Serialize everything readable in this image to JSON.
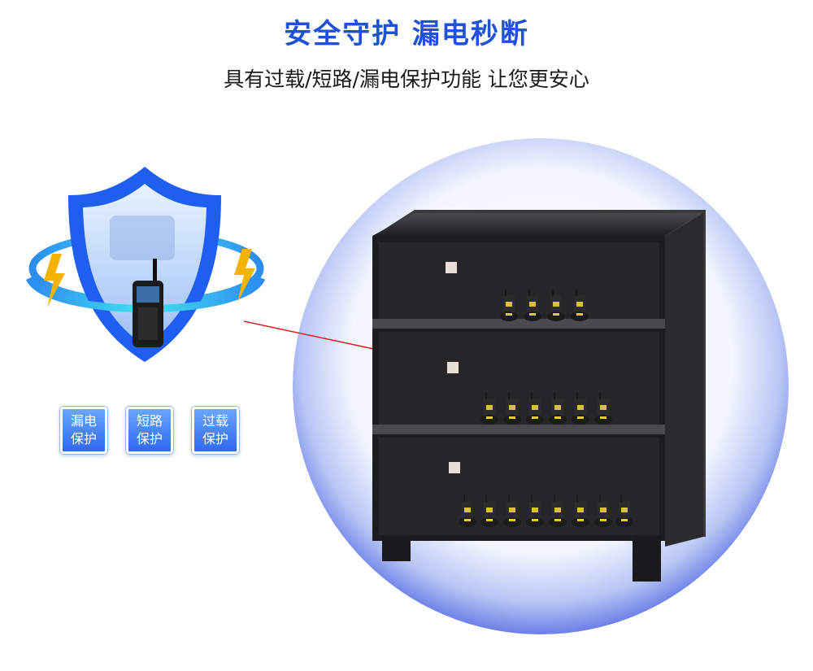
{
  "header": {
    "title": "安全守护 漏电秒断",
    "subtitle": "具有过载/短路/漏电保护功能 让您更安心"
  },
  "badges": [
    {
      "line1": "漏电",
      "line2": "保护"
    },
    {
      "line1": "短路",
      "line2": "保护"
    },
    {
      "line1": "过载",
      "line2": "保护"
    }
  ],
  "colors": {
    "title": "#1f52d6",
    "shield": "#1e5ef0",
    "badge": "#3a78f5",
    "bolt": "#f5b400",
    "cabinet": "#2a2a2c"
  },
  "icons": {
    "shield": "shield-icon",
    "walkie_talkie": "walkie-talkie-icon",
    "lightning": "lightning-icon"
  }
}
